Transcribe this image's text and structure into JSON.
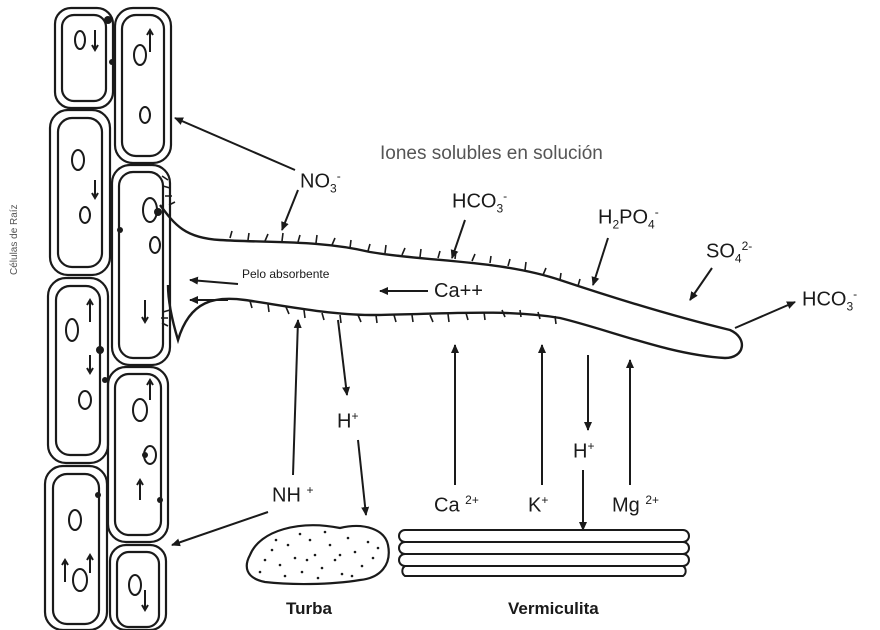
{
  "title": "Iones solubles en solución",
  "side_label": "Células de Raíz",
  "root_hair_label": "Pelo absorbente",
  "ions": {
    "no3": {
      "base": "NO",
      "sub": "3",
      "sup": "-"
    },
    "hco3_top": {
      "base": "HCO",
      "sub": "3",
      "sup": "-"
    },
    "h2po4": {
      "base": "H",
      "sub1": "2",
      "mid": "PO",
      "sub2": "4",
      "sup": "-"
    },
    "so4": {
      "base": "SO",
      "sub": "4",
      "sup": "2-"
    },
    "hco3_right": {
      "base": "HCO",
      "sub": "3",
      "sup": "-"
    },
    "ca_pp": "Ca++",
    "h_left": {
      "base": "H",
      "sup": "+"
    },
    "nh": {
      "base": "NH",
      "sup": "+"
    },
    "ca2": {
      "base": "Ca",
      "sup": "2+"
    },
    "k": {
      "base": "K",
      "sup": "+"
    },
    "h_right": {
      "base": "H",
      "sup": "+"
    },
    "mg2": {
      "base": "Mg",
      "sup": "2+"
    }
  },
  "materials": {
    "peat": "Turba",
    "vermiculite": "Vermiculita"
  }
}
